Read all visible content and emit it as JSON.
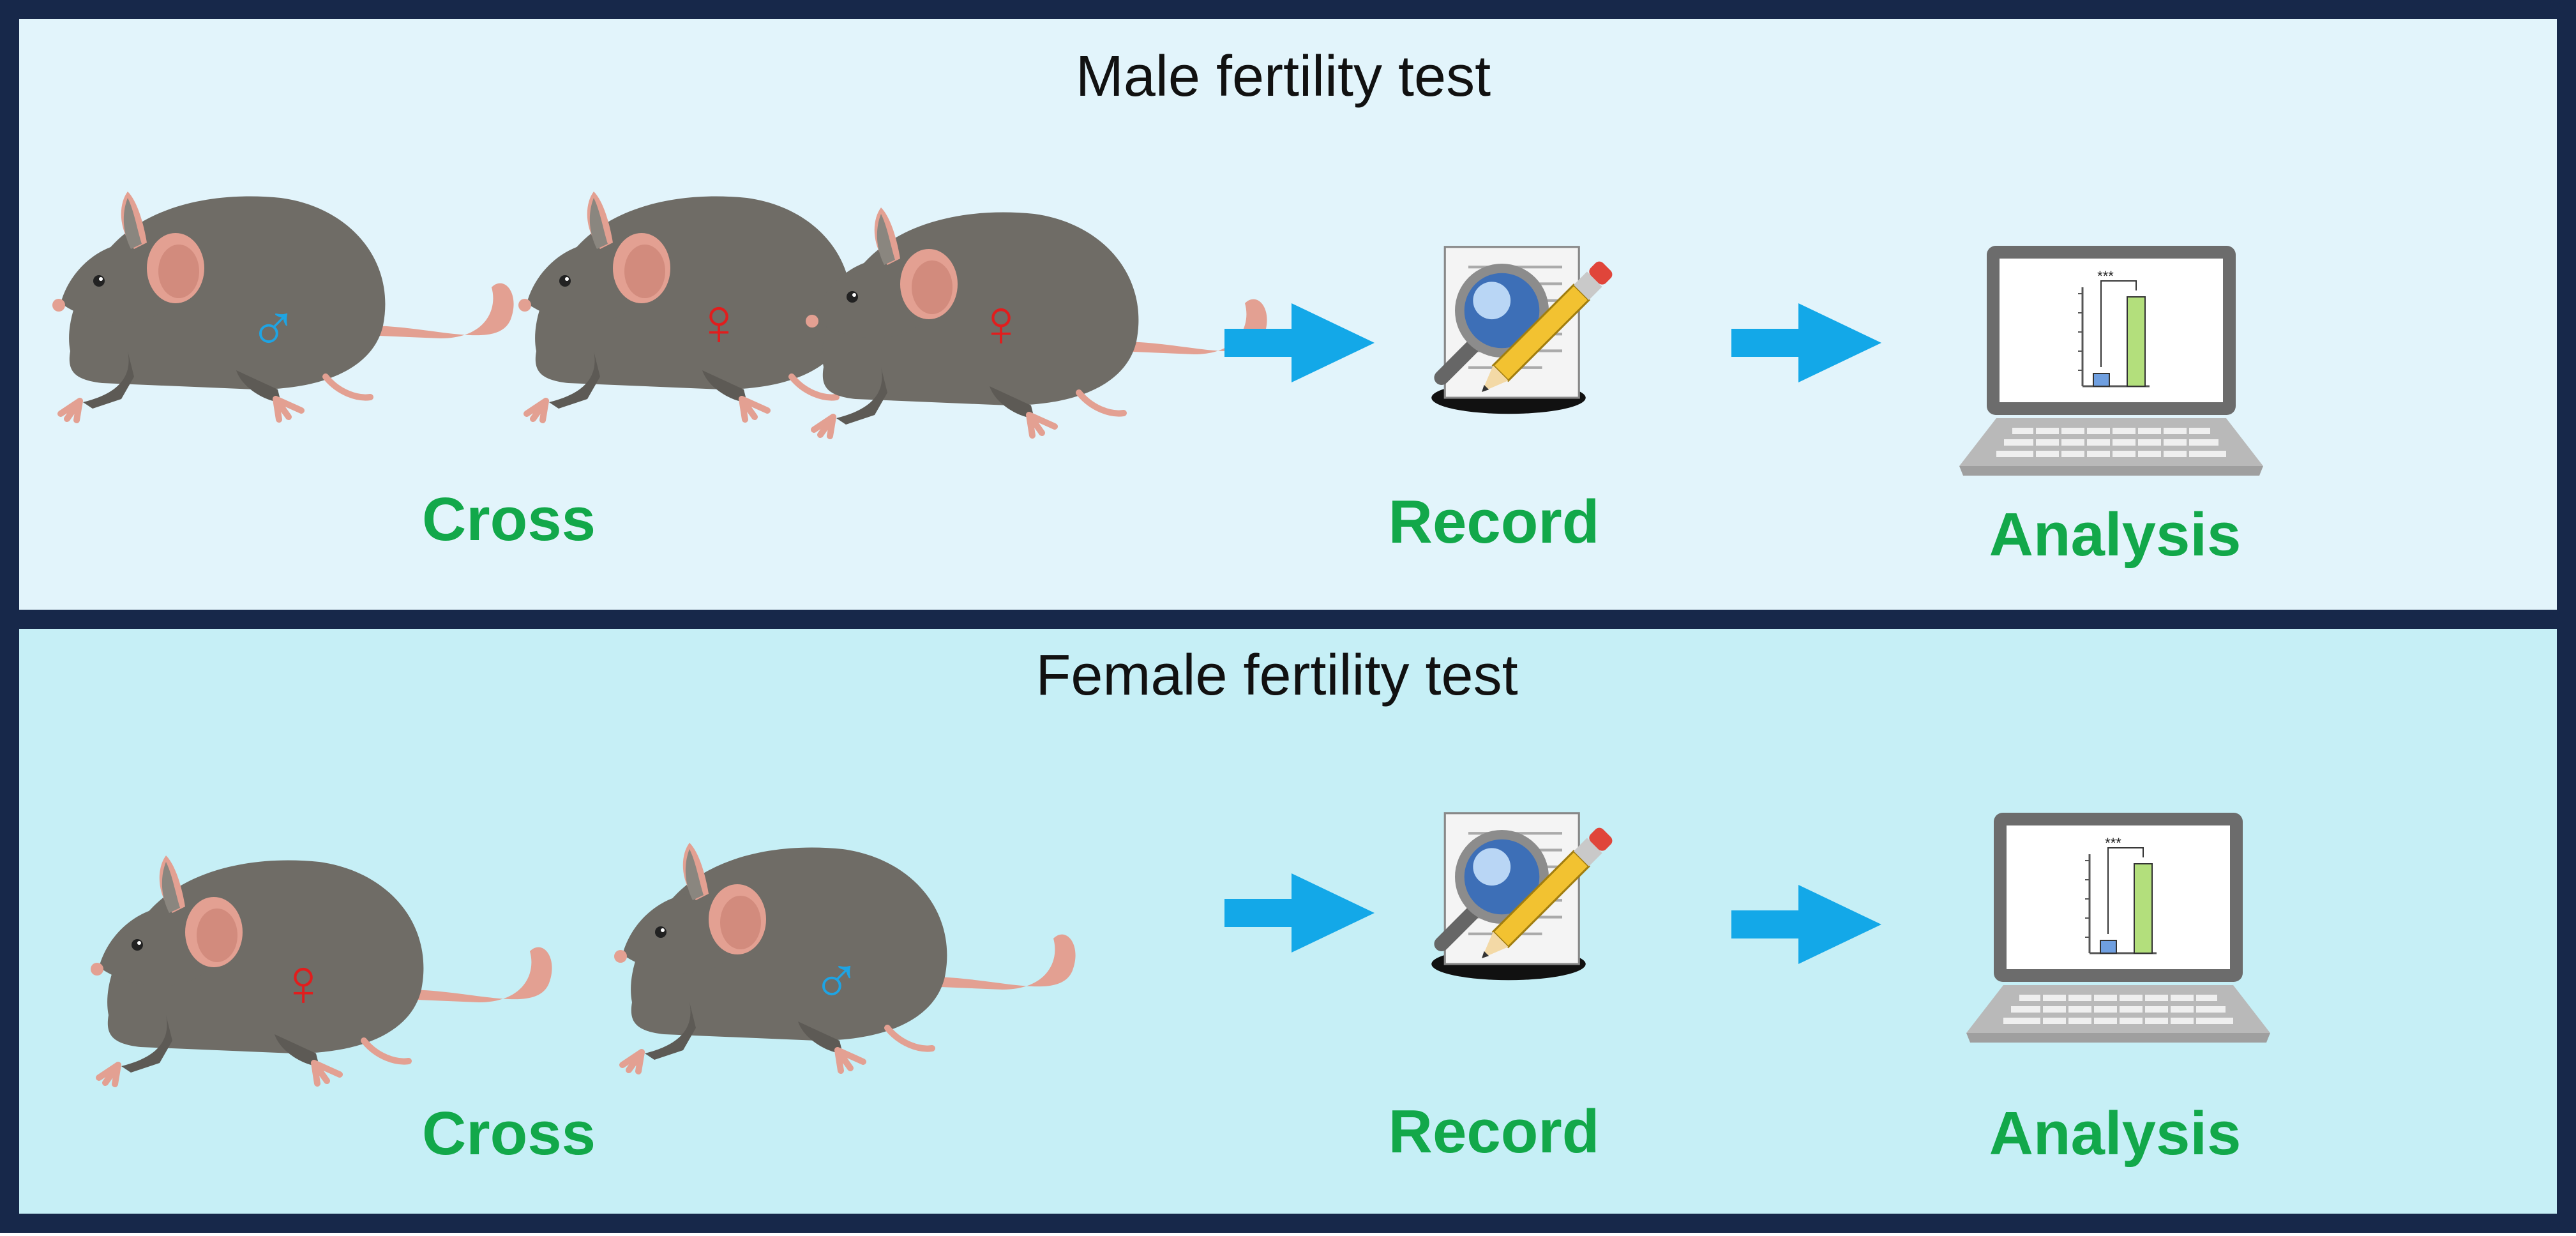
{
  "colors": {
    "frame": "#17284a",
    "panel_top": "#e2f4fb",
    "panel_bottom": "#c6eff6",
    "step_label": "#12a84a",
    "arrow": "#13a8e8",
    "mouse_body": "#6f6c66",
    "mouse_pink": "#e3a092",
    "male_symbol": "#1ea4e4",
    "female_symbol": "#e11d1d",
    "bar_blue": "#6f9fe0",
    "bar_green": "#b3df7c"
  },
  "panels": [
    {
      "title": "Male fertility test",
      "mice": [
        {
          "symbol": "♂",
          "sex": "male"
        },
        {
          "symbol": "♀",
          "sex": "female"
        },
        {
          "symbol": "♀",
          "sex": "female"
        }
      ],
      "steps": {
        "cross": "Cross",
        "record": "Record",
        "analysis": "Analysis"
      },
      "significance": "***"
    },
    {
      "title": "Female fertility test",
      "mice": [
        {
          "symbol": "♀",
          "sex": "female"
        },
        {
          "symbol": "♂",
          "sex": "male"
        }
      ],
      "steps": {
        "cross": "Cross",
        "record": "Record",
        "analysis": "Analysis"
      },
      "significance": "***"
    }
  ]
}
